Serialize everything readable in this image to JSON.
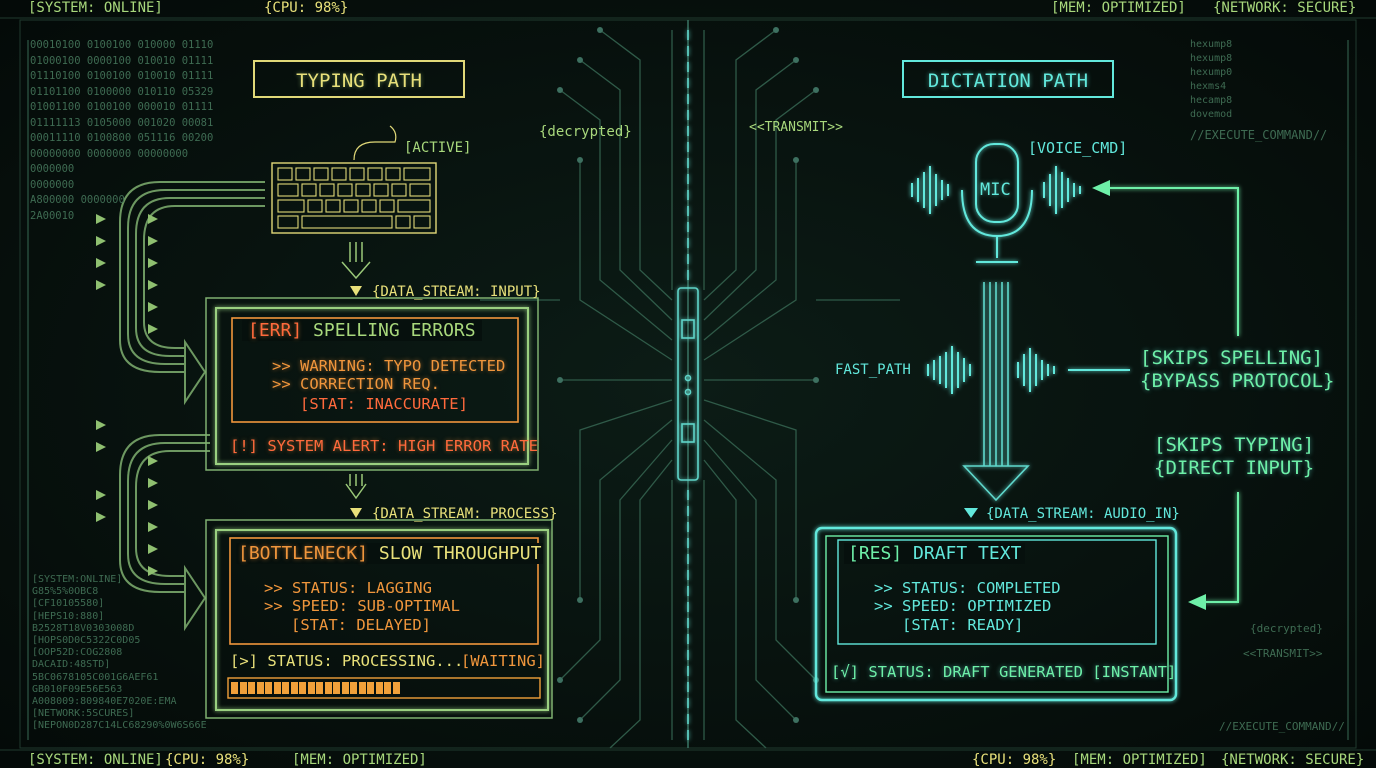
{
  "top_bar": {
    "system": "[SYSTEM: ONLINE]",
    "cpu": "{CPU: 98%}",
    "mem": "[MEM: OPTIMIZED]",
    "network": "{NETWORK: SECURE}"
  },
  "bottom_bar": {
    "system": "[SYSTEM: ONLINE]",
    "cpu": "{CPU: 98%}",
    "mem": "[MEM: OPTIMIZED]",
    "cpu_right": "{CPU: 98%}",
    "mem_right": "[MEM: OPTIMIZED]",
    "network": "{NETWORK: SECURE}"
  },
  "typing": {
    "title": "TYPING PATH",
    "active": "[ACTIVE]",
    "stream_input": "{DATA_STREAM: INPUT}",
    "stream_process": "{DATA_STREAM: PROCESS}",
    "errors": {
      "tag": "[ERR]",
      "title": "SPELLING ERRORS",
      "line1": ">> WARNING: TYPO DETECTED",
      "line2": ">> CORRECTION REQ.",
      "line3": "[STAT: INACCURATE]",
      "alert": "[!] SYSTEM ALERT: HIGH ERROR RATE"
    },
    "bottleneck": {
      "tag": "[BOTTLENECK]",
      "title": "SLOW THROUGHPUT",
      "line1": ">> STATUS: LAGGING",
      "line2": ">> SPEED: SUB-OPTIMAL",
      "line3": "[STAT: DELAYED]",
      "status": "[>] STATUS: PROCESSING...",
      "waiting": "[WAITING]",
      "progress": 0.55
    }
  },
  "center": {
    "decrypted": "{decrypted}",
    "transmit": "<<TRANSMIT>>"
  },
  "dictation": {
    "title": "DICTATION PATH",
    "voice_cmd": "[VOICE_CMD]",
    "mic": "MIC",
    "fast_path": "FAST_PATH",
    "stream_audio": "{DATA_STREAM: AUDIO_IN}",
    "skips_spelling": "[SKIPS SPELLING]",
    "bypass": "{BYPASS PROTOCOL}",
    "skips_typing": "[SKIPS TYPING]",
    "direct_input": "{DIRECT INPUT}",
    "result": {
      "tag": "[RES]",
      "title": "DRAFT TEXT",
      "line1": ">> STATUS: COMPLETED",
      "line2": ">> SPEED: OPTIMIZED",
      "line3": "[STAT: READY]",
      "status": "[√] STATUS: DRAFT GENERATED [INSTANT]"
    }
  },
  "side_text": {
    "execute": "//EXECUTE_COMMAND//",
    "hex_list": [
      "hexump8",
      "hexump8",
      "hexump0",
      "hexms4",
      "hecamp8",
      "dovemod"
    ],
    "decrypted_small": "{decrypted}",
    "transmit_small": "<<TRANSMIT>>",
    "execute_small": "//EXECUTE_COMMAND//",
    "left_log": [
      "[SYSTEM:ONLINE]",
      "G85%5%0OBC8",
      "[CF10105580]",
      "[HEPS10:880]",
      "B2528T18V0303008D",
      "[HOPS0D0C5322C0D05",
      "[OOP52D:COG2808",
      "DACAID:48STD]",
      "5BC0678105C001G6AEF61",
      "GB010F09E56E563",
      "A008009:809840E7020E:EMA",
      "[NETWORK:5SCURES]",
      "[NEPON0D287C14LC68290%0W6S66E"
    ],
    "left_binary": [
      "00010100 0100100 010000 01110",
      "01000100 0000100 010010 01111",
      "01110100 0100100 010010 01111",
      "01101100 0100000 010110 05329",
      "01001100 0100100 000010 01111",
      "01111113 0105000 001020 00081",
      "00011110 0100800 051116 00200",
      "00000000 0000000 00000000",
      "0000000",
      "0000000",
      "A800000 0000000",
      "2A00010"
    ]
  }
}
